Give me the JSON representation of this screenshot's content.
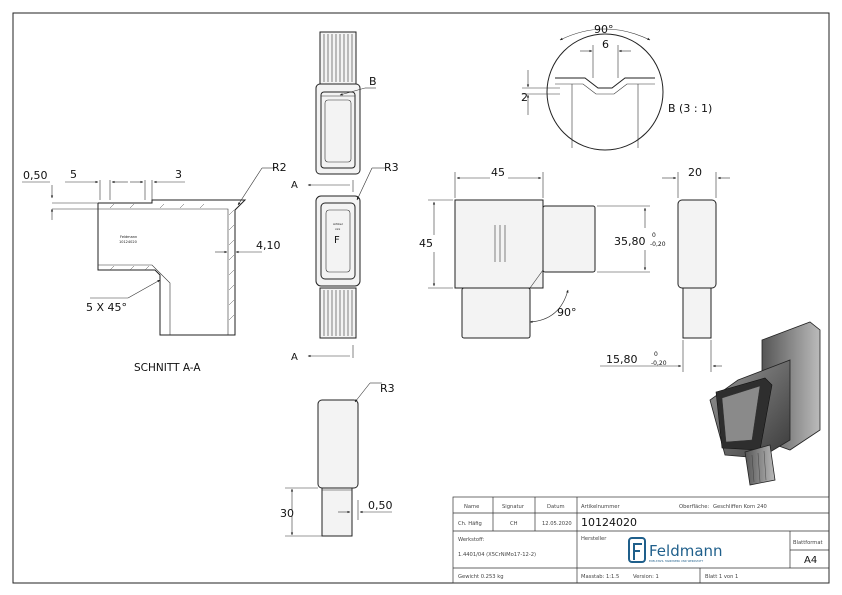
{
  "section": {
    "caption": "SCHNITT A-A",
    "dims": {
      "wall": "0,50",
      "len_a": "5",
      "len_b": "3",
      "radius": "R2",
      "thickness": "4,10",
      "chamfer": "5 X 45°"
    },
    "engraving": [
      "Feldmann",
      "10124020"
    ]
  },
  "top_view": {
    "detail_marker": "B"
  },
  "front_view": {
    "section_marker_top": "A",
    "section_marker_bottom": "A",
    "radius": "R3",
    "engraving_small": [
      "Artikel",
      "xxx"
    ],
    "engraving_letter": "F"
  },
  "bottom_view": {
    "radius": "R3",
    "height": "30",
    "offset": "0,50"
  },
  "detail": {
    "angle": "90°",
    "width": "6",
    "depth": "2",
    "label": "B (3 : 1)"
  },
  "main_view": {
    "width": "45",
    "height": "45",
    "inner": "35,80",
    "inner_tol_upper": "0",
    "inner_tol_lower": "-0,20",
    "angle": "90°",
    "side_width": "20",
    "spigot": "15,80",
    "spigot_tol_upper": "0",
    "spigot_tol_lower": "-0,20"
  },
  "title_block": {
    "name_header": "Name",
    "signature_header": "Signatur",
    "date_header": "Datum",
    "name": "Ch. Häfig",
    "signature": "CH",
    "date": "12.05.2020",
    "article_label": "Artikelnummer",
    "surface_label": "Oberfläche:",
    "surface_value": "Geschliffen Korn 240",
    "article_number": "10124020",
    "material_label": "Werkstoff:",
    "material_value": "1.4401/04 (X5CrNiMo17-12-2)",
    "manufacturer_label": "Hersteller",
    "company_name": "Feldmann",
    "company_tagline": "EDELSTAHL HANDWERK UND WERKSTATT",
    "format_label": "Blattformat",
    "format_value": "A4",
    "weight": "Gewicht 0.253 kg",
    "scale": "Masstab: 1:1.5",
    "version": "Version: 1",
    "sheet": "Blatt 1 von 1"
  },
  "colors": {
    "line": "#222222",
    "brand": "#1f5f8b",
    "fill": "#f3f3f3"
  }
}
